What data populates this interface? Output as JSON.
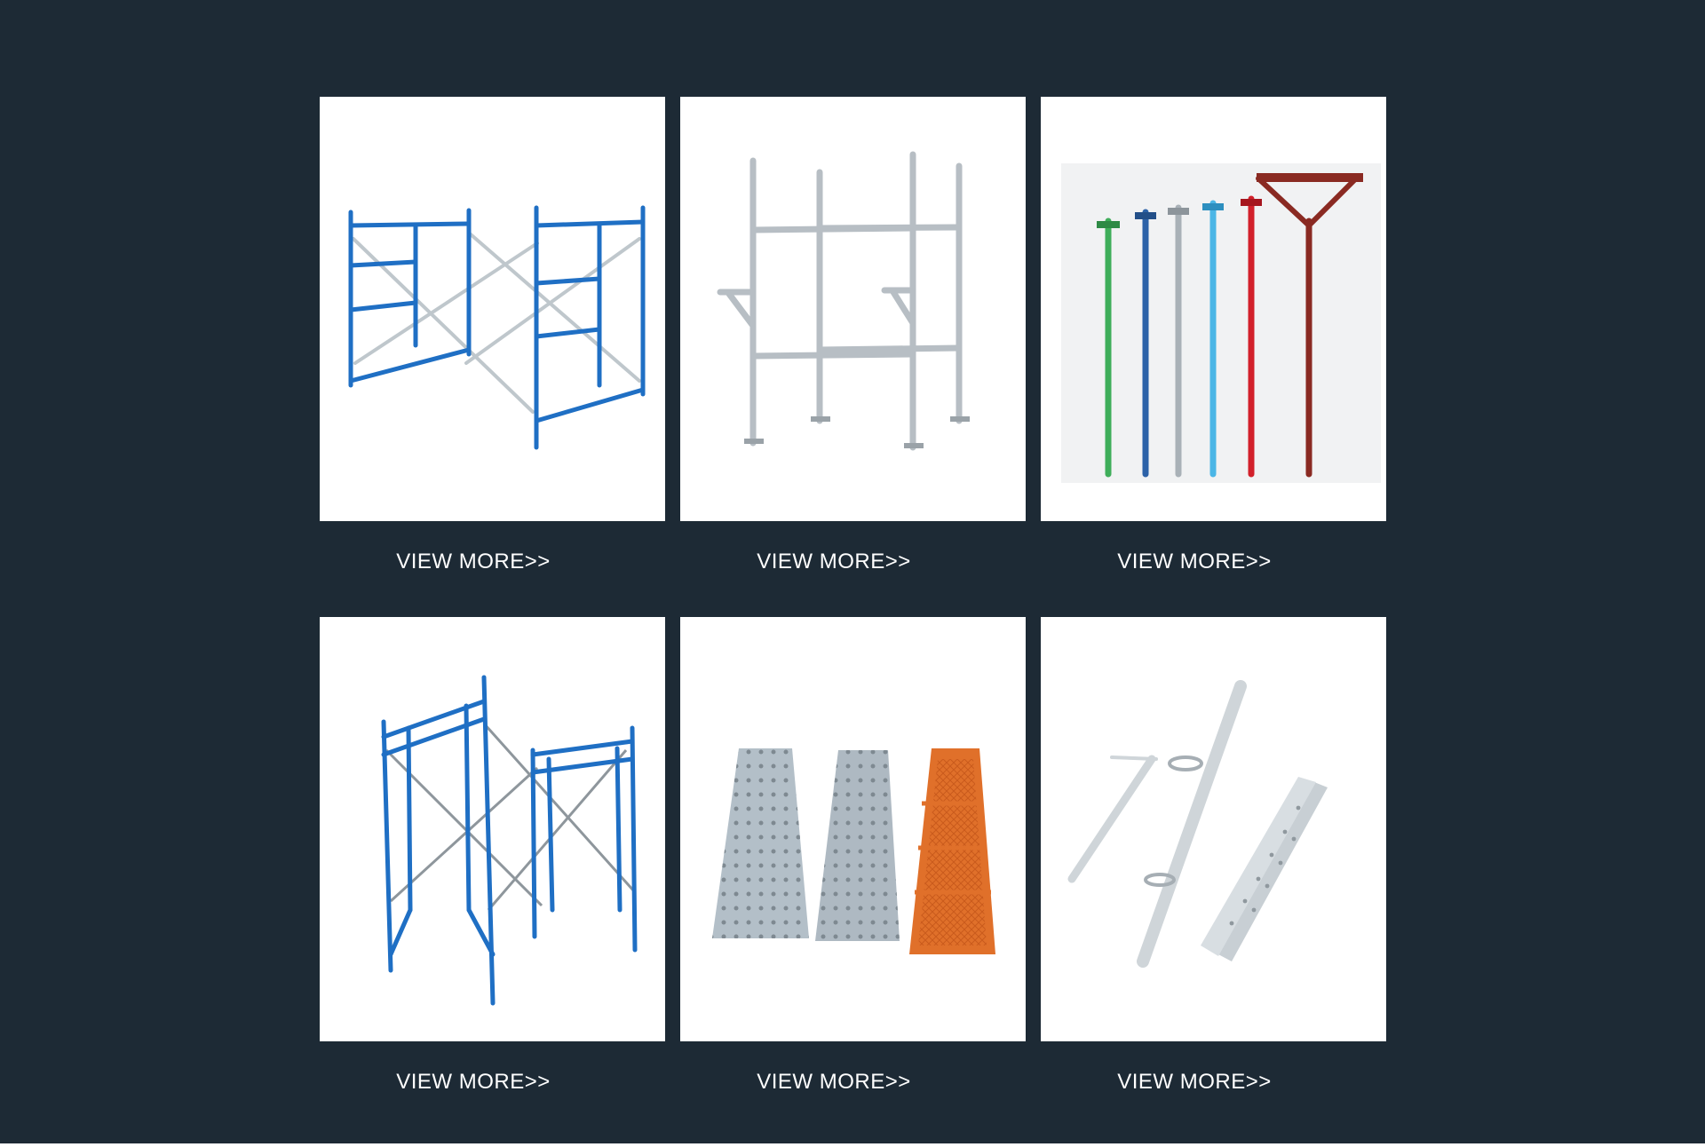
{
  "colors": {
    "background": "#1d2a35",
    "card": "#ffffff",
    "link_text": "#ffffff",
    "frame_blue": "#1f6fc4",
    "galvanized": "#b9c0c6",
    "plank_orange": "#e0702a"
  },
  "products": [
    {
      "image": "blue-frame-scaffold-image",
      "link": "VIEW MORE>>"
    },
    {
      "image": "ringlock-scaffold-image",
      "link": "VIEW MORE>>"
    },
    {
      "image": "steel-props-image",
      "link": "VIEW MORE>>"
    },
    {
      "image": "ladder-frame-scaffold-image",
      "link": "VIEW MORE>>"
    },
    {
      "image": "steel-planks-image",
      "link": "VIEW MORE>>"
    },
    {
      "image": "galvanized-components-image",
      "link": "VIEW MORE>>"
    }
  ]
}
